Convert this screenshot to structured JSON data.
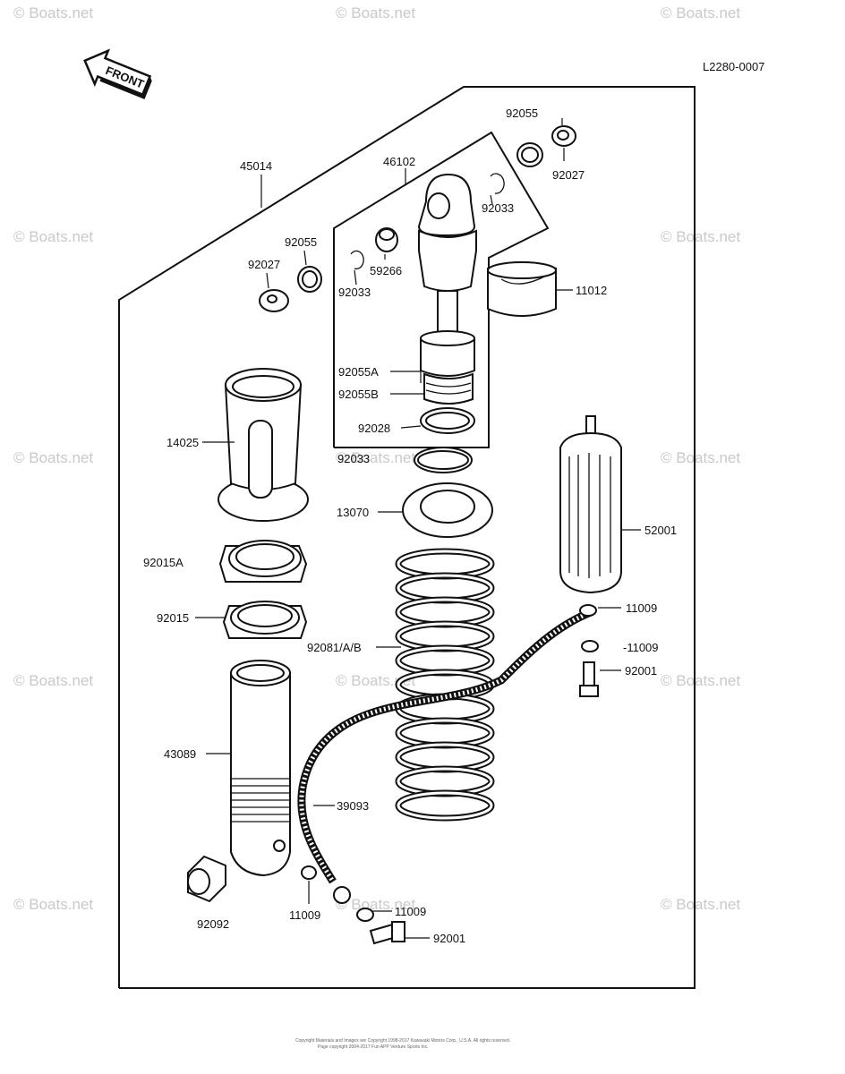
{
  "diagram": {
    "code": "L2280-0007",
    "front_label": "FRONT",
    "watermark": "© Boats.net",
    "copyright_line1": "Copyright Materials and Images are Copyright 1998-2017 Kawasaki Motors Corp., U.S.A. All rights reserved.",
    "copyright_line2": "Page copyright 2004-2017 Fun APP Venture Sports Inc.",
    "labels": {
      "p45014": "45014",
      "p46102": "46102",
      "p92055_top": "92055",
      "p92027_top": "92027",
      "p92033_right": "92033",
      "p92055_left": "92055",
      "p92027_left": "92027",
      "p59266": "59266",
      "p92033_left": "92033",
      "p11012": "11012",
      "p92055A": "92055A",
      "p92055B": "92055B",
      "p92028": "92028",
      "p92033_mid": "92033",
      "p14025": "14025",
      "p13070": "13070",
      "p52001": "52001",
      "p92015A": "92015A",
      "p11009_a": "11009",
      "p92015": "92015",
      "p92081": "92081/A/B",
      "p11009_b": "-11009",
      "p92001_right": "92001",
      "p43089": "43089",
      "p39093": "39093",
      "p92092": "92092",
      "p11009_c": "11009",
      "p11009_d": "11009",
      "p92001_bottom": "92001"
    }
  }
}
